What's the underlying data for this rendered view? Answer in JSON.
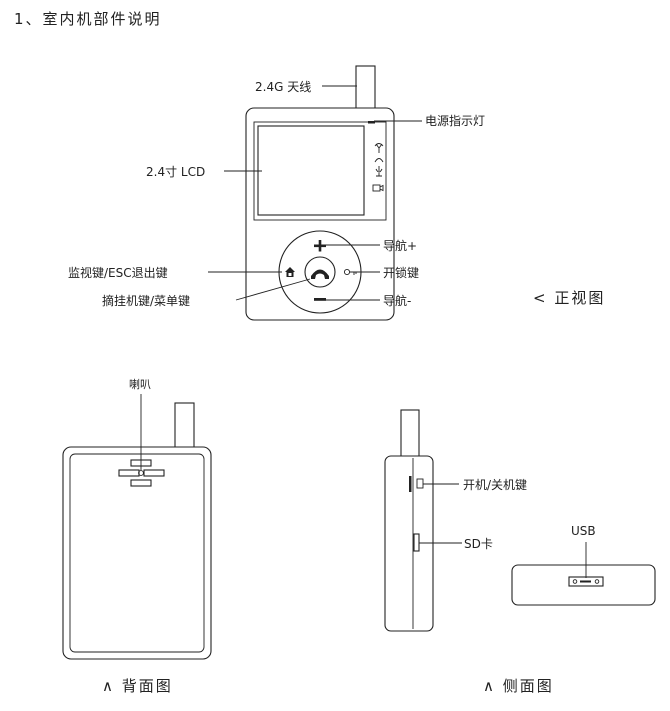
{
  "section_title": "1、室内机部件说明",
  "front_view": {
    "caption": "< 正视图",
    "callouts": {
      "antenna": "2.4G 天线",
      "power_led": "电源指示灯",
      "lcd": "2.4寸 LCD",
      "nav_plus": "导航+",
      "monitor_key": "监视键/ESC退出键",
      "unlock_key": "开锁键",
      "hook_key": "摘挂机键/菜单键",
      "nav_minus": "导航-"
    }
  },
  "back_view": {
    "caption": "∧ 背面图",
    "callouts": {
      "speaker": "喇叭"
    }
  },
  "side_view": {
    "caption": "∧ 侧面图",
    "callouts": {
      "power_switch": "开机/关机键",
      "sd_card": "SD卡",
      "usb": "USB"
    }
  },
  "icons": [
    "antenna-icon",
    "handset-icon",
    "microphone-icon",
    "camera-icon",
    "home-icon",
    "phone-icon",
    "key-icon"
  ]
}
